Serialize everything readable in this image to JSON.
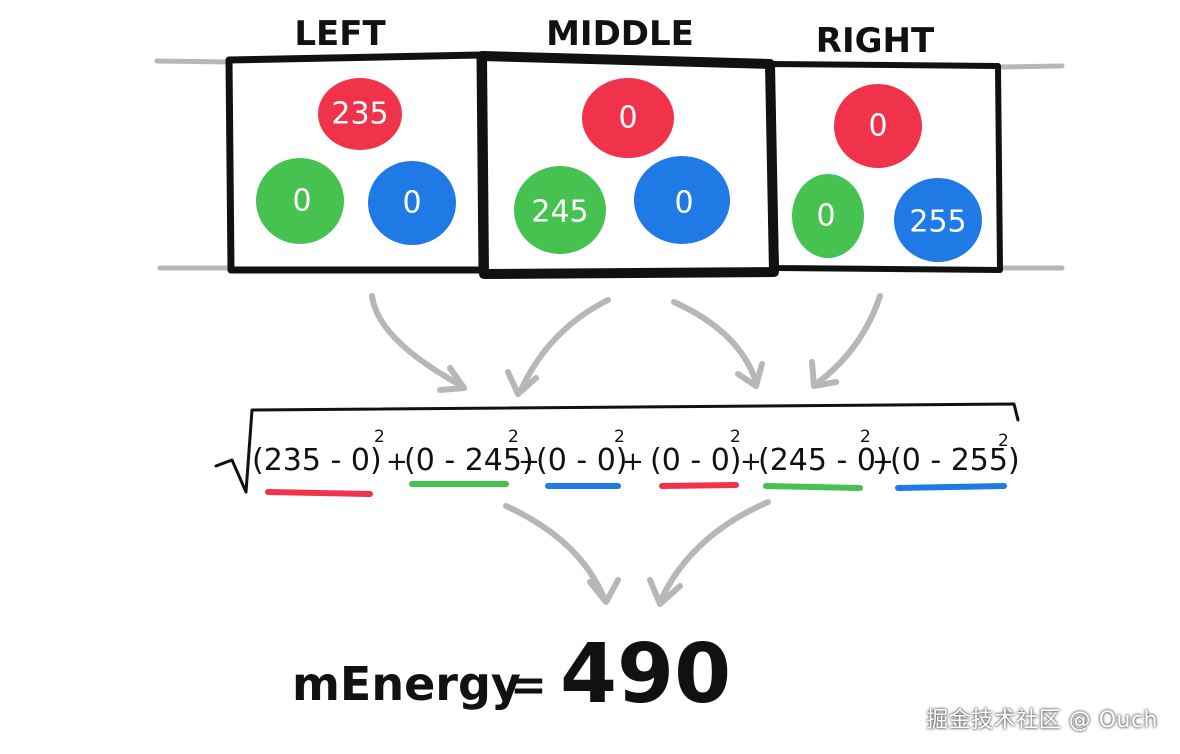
{
  "colors": {
    "red": "#f0334a",
    "green": "#45c24f",
    "blue": "#1f7ae6",
    "ink": "#111111",
    "arrow": "#b7b7b7"
  },
  "columns": [
    {
      "header": "LEFT",
      "red": "235",
      "green": "0",
      "blue": "0"
    },
    {
      "header": "MIDDLE",
      "red": "0",
      "green": "245",
      "blue": "0"
    },
    {
      "header": "RIGHT",
      "red": "0",
      "green": "0",
      "blue": "255"
    }
  ],
  "formula": {
    "terms": [
      {
        "text": "(235 - 0)",
        "exp": "2",
        "underline": "red"
      },
      {
        "text": "(0 - 245)",
        "exp": "2",
        "underline": "green"
      },
      {
        "text": "(0 - 0)",
        "exp": "2",
        "underline": "blue"
      },
      {
        "text": "(0 - 0)",
        "exp": "2",
        "underline": "red"
      },
      {
        "text": "(245 - 0)",
        "exp": "2",
        "underline": "green"
      },
      {
        "text": "(0 - 255)",
        "exp": "2",
        "underline": "blue"
      }
    ],
    "plus": "+"
  },
  "result": {
    "label": "mEnergy",
    "equals": "=",
    "value": "490"
  },
  "watermark": "掘金技术社区 @ Ouch"
}
